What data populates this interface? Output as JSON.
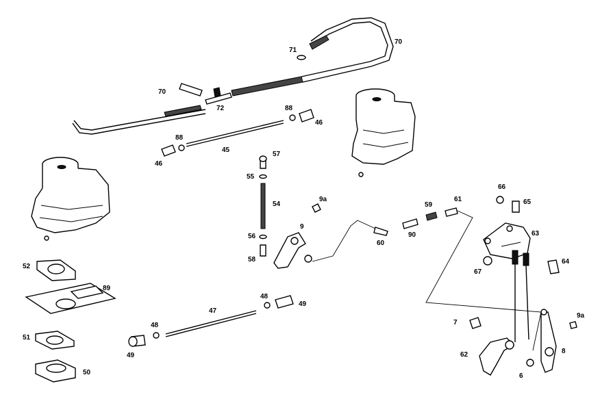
{
  "diagram": {
    "labels": {
      "l70a": "70",
      "l71": "71",
      "l70b": "70",
      "l72": "72",
      "l88a": "88",
      "l46a": "46",
      "l88b": "88",
      "l46b": "46",
      "l45": "45",
      "l57": "57",
      "l55": "55",
      "l54": "54",
      "l56": "56",
      "l58": "58",
      "l9a1": "9a",
      "l9": "9",
      "l60": "60",
      "l90": "90",
      "l59": "59",
      "l61": "61",
      "l66": "66",
      "l65": "65",
      "l63": "63",
      "l64": "64",
      "l67": "67",
      "l52": "52",
      "l89": "89",
      "l51": "51",
      "l50": "50",
      "l48a": "48",
      "l49a": "49",
      "l47": "47",
      "l48b": "48",
      "l49b": "49",
      "l7": "7",
      "l9a2": "9a",
      "l62": "62",
      "l8": "8",
      "l6": "6"
    }
  }
}
